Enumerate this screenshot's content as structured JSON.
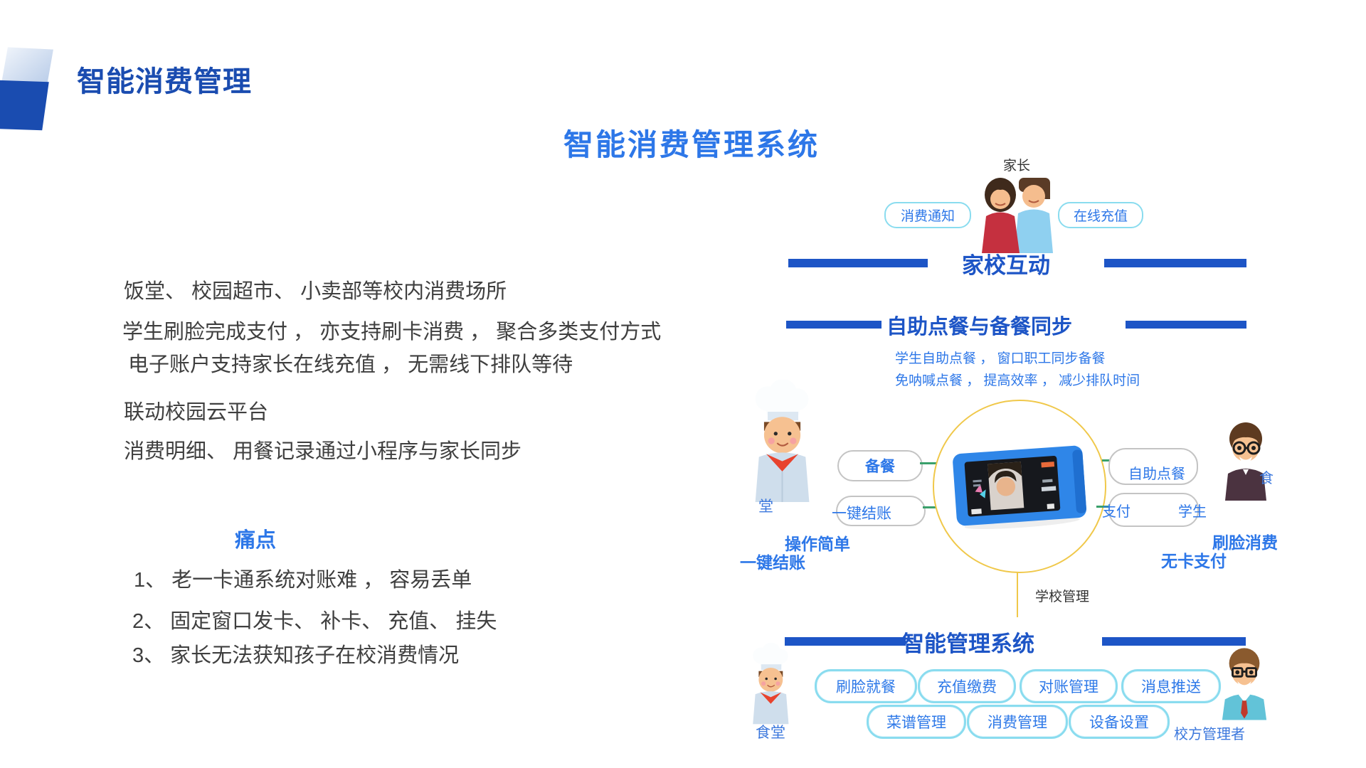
{
  "page": {
    "title": "智能消费管理",
    "section_title": "智能消费管理系统"
  },
  "intro": {
    "lines": [
      "饭堂、 校园超市、 小卖部等校内消费场所",
      "学生刷脸完成支付 ， 亦支持刷卡消费 ， 聚合多类支付方式",
      "电子账户支持家长在线充值 ， 无需线下排队等待",
      "联动校园云平台",
      "消费明细、 用餐记录通过小程序与家长同步"
    ]
  },
  "pain": {
    "title": "痛点",
    "items": [
      "1、 老一卡通系统对账难 ， 容易丢单",
      "2、 固定窗口发卡、 补卡、 充值、 挂失",
      "3、 家长无法获知孩子在校消费情况"
    ]
  },
  "family": {
    "label": "家长",
    "pill_notice": "消费通知",
    "pill_recharge": "在线充值",
    "heading": "家校互动"
  },
  "ordering": {
    "heading": "自助点餐与备餐同步",
    "desc1": "学生自助点餐 ， 窗口职工同步备餐",
    "desc2": "免呐喊点餐 ， 提高效率 ， 减少排队时间",
    "pill_prepare": "备餐",
    "pill_checkout": "一键结账",
    "pill_self_order": "自助点餐",
    "pill_pay": "支付",
    "pill_student": "学生",
    "canteen_label": "堂",
    "canteen_cap1": "操作简单",
    "canteen_cap2": "一键结账",
    "student_label": "食",
    "student_cap1": "刷脸消费",
    "student_cap2": "无卡支付",
    "school_label": "学校管理"
  },
  "management": {
    "heading": "智能管理系统",
    "pills_row1": [
      "刷脸就餐",
      "充值缴费",
      "对账管理",
      "消息推送"
    ],
    "pills_row2": [
      "菜谱管理",
      "消费管理",
      "设备设置"
    ],
    "canteen_label": "食堂",
    "admin_label": "校方管理者"
  },
  "colors": {
    "accent_dark_blue": "#1a4cb0",
    "accent_blue": "#2d77e8",
    "bar_blue": "#1d55c6",
    "pill_border_cyan": "#8adcef",
    "pill_border_gray": "#c4c4c4",
    "connector_green": "#3aa06b",
    "circle_yellow": "#f0c84a",
    "body_text": "#3f3f3f"
  }
}
